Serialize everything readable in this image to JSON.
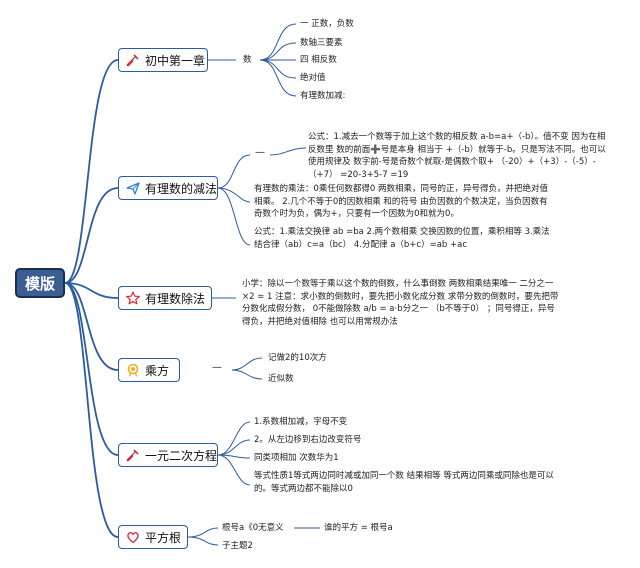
{
  "root": "模版",
  "chapters": [
    {
      "title": "初中第一章",
      "icon": "marker-pen-icon",
      "sub": "数",
      "items": [
        "一 正数，负数",
        "数轴三要素",
        "四 相反数",
        "绝对值",
        "有理数加减:"
      ]
    },
    {
      "title": "有理数的减法",
      "icon": "paper-plane-icon",
      "dash": "—",
      "formula": "公式：1.减去一个数等于加上这个数的相反数 a-b=a+（-b）。值不变 因为在相反数里 数的前面➕号是本身 相当于 +（-b）就等于-b。只是写法不同。也可以使用规律及 数字前-号是奇数个就取-是偶数个取+ （-20）+（+3）-（-5）-（+7） =20-3+5-7 =19",
      "notes": [
        "有理数的乘法：0乘任何数都得0 两数相乘，同号的正，异号得负，并把绝对值相乘。 2.几个不等于0的因数相乘 和的符号 由负因数的个数决定，当负因数有奇数个时为负，偶为+，只要有一个因数为0和就为0。",
        "公式：1.乘法交换律 ab =ba 2.两个数相乘 交换因数的位置，乘积相等 3.乘法结合律（ab）c=a（bc） 4.分配律 a（b+c）=ab +ac"
      ]
    },
    {
      "title": "有理数除法",
      "icon": "star-icon",
      "notes": [
        "小学：除以一个数等于乘以这个数的倒数，什么事倒数 两数相乘结果唯一 二分之一×2 = 1 注意：求小数的倒数时，要先把小数化成分数 求带分数的倒数时，要先把带分数化成假分数， 0不能做除数 a/b = a·b分之一 （b不等于0） ；同号得正，异号得负，并把绝对值相除 也可以用常规办法"
      ]
    },
    {
      "title": "乘方",
      "icon": "medal-icon",
      "dash": "—",
      "items": [
        "记做2的10次方",
        "近似数"
      ]
    },
    {
      "title": "一元二次方程",
      "icon": "marker-pen-icon",
      "items": [
        "1.系数相加减，字母不变",
        "2。从左边移到右边改变符号",
        "同类项相加 次数华为1",
        "等式性质1等式两边同时减或加同一个数 结果相等 等式两边同乘或同除也是可以的。等式两边都不能除以0"
      ]
    },
    {
      "title": "平方根",
      "icon": "heart-icon",
      "items": [
        "根号a《0无意义",
        "子主题2"
      ],
      "extra": "谁的平方 = 根号a"
    }
  ],
  "colors": {
    "line": "#2b5ba0",
    "root_fill": "#3b5e92",
    "accent_red": "#d9263c",
    "accent_blue": "#2f86d6",
    "medal": "#e8b01f"
  }
}
